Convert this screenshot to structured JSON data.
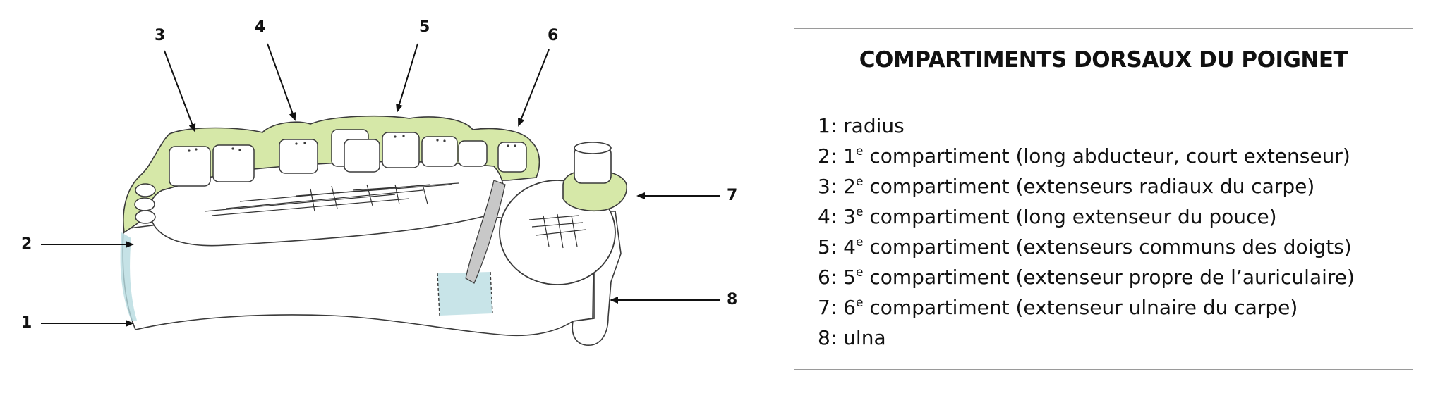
{
  "legend": {
    "title": "COMPARTIMENTS DORSAUX DU POIGNET",
    "items": [
      {
        "num": "1",
        "sup": "",
        "text": "radius"
      },
      {
        "num": "2",
        "sup": "e",
        "text": " compartiment (long abducteur, court extenseur)",
        "ord": "1"
      },
      {
        "num": "3",
        "sup": "e",
        "text": " compartiment (extenseurs radiaux du carpe)",
        "ord": "2"
      },
      {
        "num": "4",
        "sup": "e",
        "text": " compartiment (long extenseur du pouce)",
        "ord": "3"
      },
      {
        "num": "5",
        "sup": "e",
        "text": " compartiment (extenseurs communs des doigts)",
        "ord": "4"
      },
      {
        "num": "6",
        "sup": "e",
        "text": " compartiment (extenseur propre de l’auriculaire)",
        "ord": "5"
      },
      {
        "num": "7",
        "sup": "e",
        "text": " compartiment (extenseur ulnaire du carpe)",
        "ord": "6"
      },
      {
        "num": "8",
        "sup": "",
        "text": "ulna"
      }
    ]
  },
  "callouts": [
    "1",
    "2",
    "3",
    "4",
    "5",
    "6",
    "7",
    "8"
  ],
  "colors": {
    "sheath_green": "#d6e8a8",
    "ulnar_band": "#b6dbe0",
    "grey_groove": "#c8c8c8",
    "ink": "#1a1a1a"
  }
}
